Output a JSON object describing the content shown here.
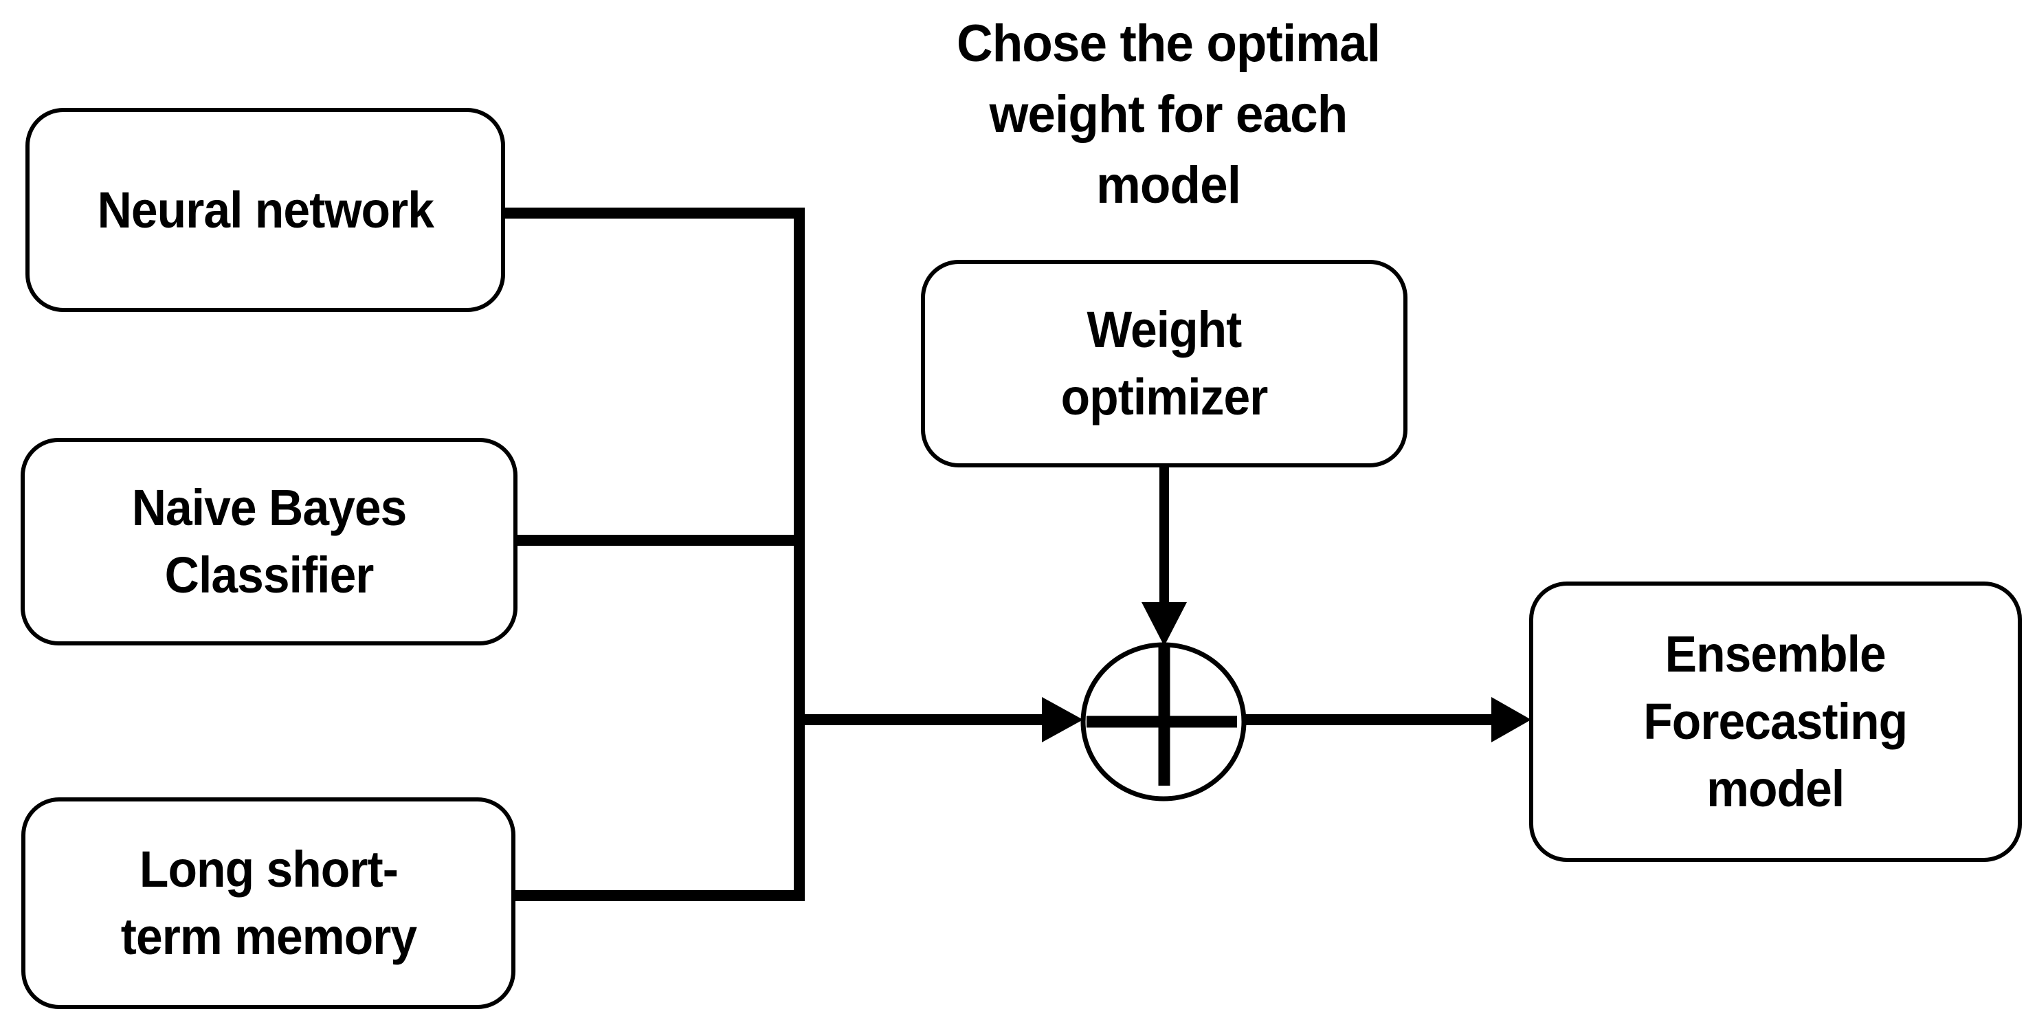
{
  "figure": {
    "background": "#ffffff",
    "stroke_color": "#000000",
    "annotation": {
      "text": "Chose the optimal\nweight for each\nmodel"
    },
    "nodes": [
      {
        "id": "neural-network",
        "label": "Neural network"
      },
      {
        "id": "naive-bayes",
        "label": "Naive Bayes\nClassifier"
      },
      {
        "id": "lstm",
        "label": "Long short-\nterm memory"
      },
      {
        "id": "weight-optimizer",
        "label": "Weight\noptimizer"
      },
      {
        "id": "ensemble",
        "label": "Ensemble\nForecasting\nmodel"
      }
    ],
    "junction": {
      "type": "summation",
      "symbol": "circle-plus-icon"
    },
    "edges": [
      {
        "from": "neural-network",
        "to": "summation-junction",
        "arrow": true
      },
      {
        "from": "naive-bayes",
        "to": "summation-junction",
        "arrow": true
      },
      {
        "from": "lstm",
        "to": "summation-junction",
        "arrow": true
      },
      {
        "from": "weight-optimizer",
        "to": "summation-junction",
        "arrow": true
      },
      {
        "from": "summation-junction",
        "to": "ensemble",
        "arrow": true
      }
    ]
  }
}
